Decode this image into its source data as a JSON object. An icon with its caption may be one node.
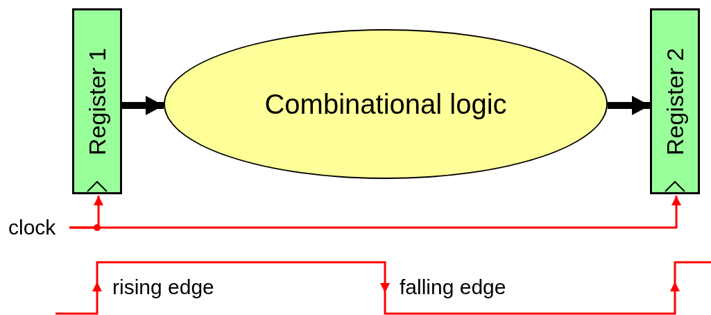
{
  "diagram": {
    "nodes": [
      {
        "text": [
          "Register 1"
        ]
      },
      {
        "text": [
          "Combinational logic"
        ]
      },
      {
        "text": [
          "Register 2"
        ]
      },
      {
        "text": [
          "clock"
        ]
      }
    ],
    "edges": [
      {
        "from": 0,
        "to": 1,
        "arrow": "to",
        "style": "thick",
        "color": "#000000"
      },
      {
        "from": 1,
        "to": 2,
        "arrow": "to",
        "style": "thick",
        "color": "#000000"
      },
      {
        "from": 3,
        "to": 0,
        "arrow": "to",
        "color": "#ff0000"
      },
      {
        "from": 3,
        "to": 2,
        "arrow": "to",
        "color": "#ff0000"
      }
    ],
    "labels": [
      "rising edge",
      "falling edge"
    ]
  }
}
